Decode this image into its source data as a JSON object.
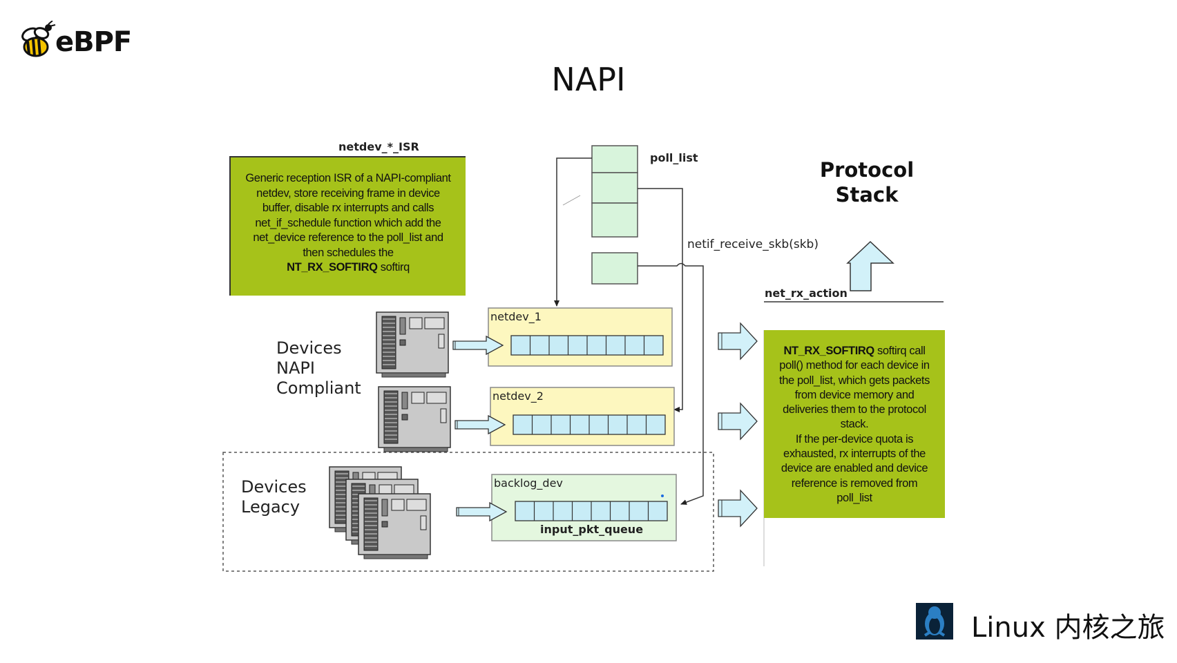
{
  "logo": {
    "text": "eBPF"
  },
  "title": "NAPI",
  "isr": {
    "header": "netdev_*_ISR",
    "lines": [
      "Generic reception ISR of a NAPI-compliant",
      "netdev, store receiving frame in device",
      "buffer, disable rx interrupts and calls",
      "net_if_schedule function which add the",
      "net_device reference to the poll_list and",
      "then schedules the"
    ],
    "last_bold": "NT_RX_SOFTIRQ",
    "last_rest": " softirq"
  },
  "poll_list": {
    "label": "poll_list"
  },
  "netif_receive": {
    "label": "netif_receive_skb(skb)"
  },
  "protocol_stack": {
    "line1": "Protocol",
    "line2": "Stack"
  },
  "net_rx_action": {
    "label": "net_rx_action"
  },
  "napi_devices": {
    "line1": "Devices",
    "line2": "NAPI",
    "line3": "Compliant"
  },
  "legacy_devices": {
    "line1": "Devices",
    "line2": "Legacy"
  },
  "queues": [
    {
      "label": "netdev_1"
    },
    {
      "label": "netdev_2"
    },
    {
      "label": "backlog_dev",
      "footer": "input_pkt_queue"
    }
  ],
  "softirq": {
    "first_bold": "NT_RX_SOFTIRQ",
    "first_rest": " softirq call",
    "lines": [
      "poll() method for each device in",
      "the poll_list, which gets packets",
      "from device memory and",
      "deliveries them to the protocol",
      "stack.",
      "If the per-device quota is",
      "exhausted, rx interrupts of the",
      "device are enabled and device",
      "reference is removed from",
      "poll_list"
    ]
  },
  "brand": {
    "text": "Linux 内核之旅"
  },
  "colors": {
    "green": "#a6c21a",
    "yellow_queue": "#fdf7bf",
    "green_queue": "#e4f7df",
    "slot": "#c8ecf6",
    "arrow_fill": "#d2f1f9",
    "poll_slot": "#d8f4dc"
  }
}
